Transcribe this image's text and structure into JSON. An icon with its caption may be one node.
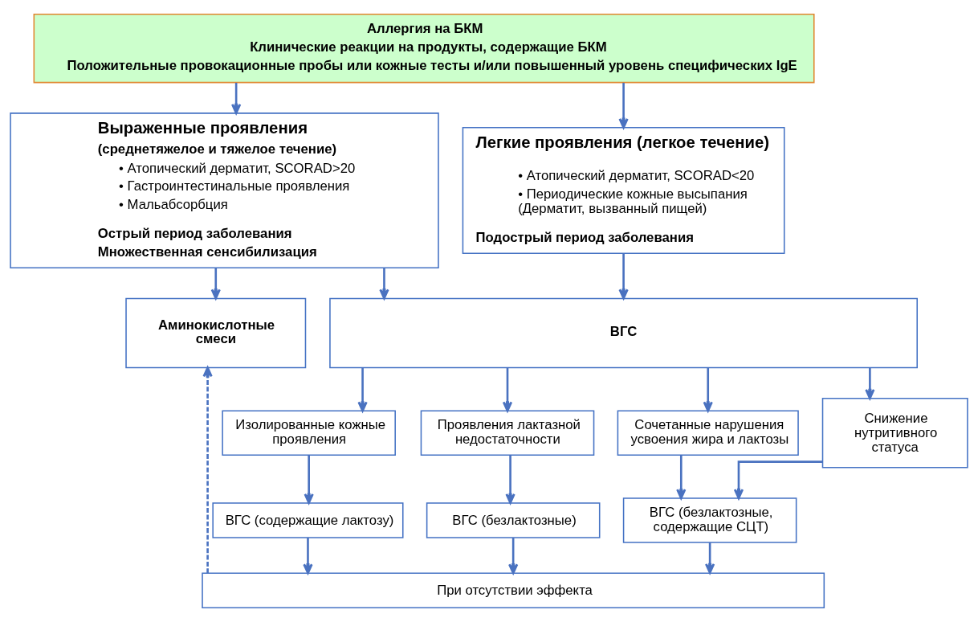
{
  "diagram": {
    "nodes": [
      {
        "text": [
          "Аллергия на БКМ",
          "Клинические реакции на продукты, содержащие БКМ",
          "Положительные провокационные пробы или кожные тесты и/или повышенный уровень специфических IgE"
        ]
      },
      {
        "text": [
          "Выраженные проявления",
          "(среднетяжелое и тяжелое течение)",
          "• Атопический дерматит, SCORAD>20",
          "• Гастроинтестинальные проявления",
          "• Мальабсорбция",
          "Острый период заболевания",
          "Множественная сенсибилизация"
        ]
      },
      {
        "text": [
          "Легкие проявления (легкое течение)",
          "• Атопический дерматит, SCORAD<20",
          "• Периодические кожные высыпания (Дерматит, вызванный пищей)",
          "Подострый период заболевания"
        ]
      },
      {
        "text": [
          "Аминокислотные смеси"
        ]
      },
      {
        "text": [
          "ВГС"
        ]
      },
      {
        "text": [
          "Изолированные кожные проявления"
        ]
      },
      {
        "text": [
          "Проявления лактазной недостаточности"
        ]
      },
      {
        "text": [
          "Сочетанные нарушения усвоения жира и лактозы"
        ]
      },
      {
        "text": [
          "Снижение нутритивного статуса"
        ]
      },
      {
        "text": [
          "ВГС (содержащие лактозу)"
        ]
      },
      {
        "text": [
          "ВГС (безлактозные)"
        ]
      },
      {
        "text": [
          "ВГС (безлактозные, содержащие СЦТ)"
        ]
      },
      {
        "text": [
          "При отсутствии эффекта"
        ]
      }
    ],
    "edges": [
      {
        "from": 0,
        "to": 1,
        "arrow": "to"
      },
      {
        "from": 0,
        "to": 2,
        "arrow": "to"
      },
      {
        "from": 1,
        "to": 3,
        "arrow": "to"
      },
      {
        "from": 1,
        "to": 4,
        "arrow": "to"
      },
      {
        "from": 2,
        "to": 4,
        "arrow": "to"
      },
      {
        "from": 4,
        "to": 5,
        "arrow": "to"
      },
      {
        "from": 4,
        "to": 6,
        "arrow": "to"
      },
      {
        "from": 4,
        "to": 7,
        "arrow": "to"
      },
      {
        "from": 4,
        "to": 8,
        "arrow": "to"
      },
      {
        "from": 5,
        "to": 9,
        "arrow": "to"
      },
      {
        "from": 6,
        "to": 10,
        "arrow": "to"
      },
      {
        "from": 7,
        "to": 11,
        "arrow": "to"
      },
      {
        "from": 8,
        "to": 11,
        "arrow": "to"
      },
      {
        "from": 9,
        "to": 12,
        "arrow": "to"
      },
      {
        "from": 10,
        "to": 12,
        "arrow": "to"
      },
      {
        "from": 11,
        "to": 12,
        "arrow": "to"
      },
      {
        "from": 12,
        "to": 3,
        "arrow": "to",
        "style": "dashed"
      }
    ]
  }
}
